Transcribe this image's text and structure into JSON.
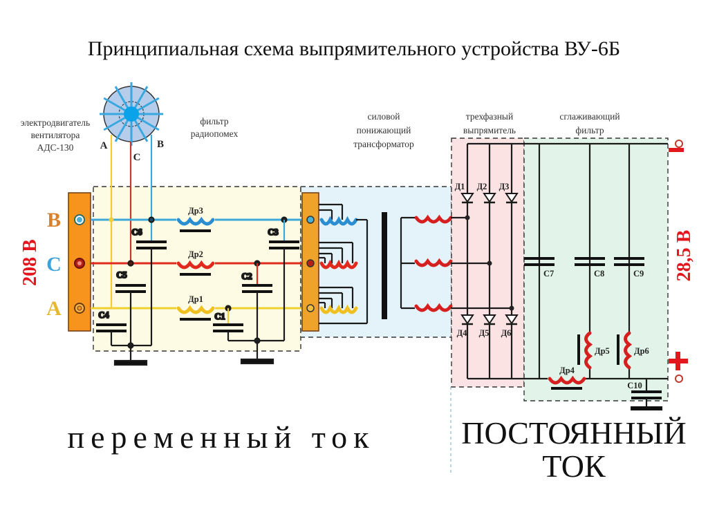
{
  "title": "Принципиальная схема выпрямительного устройства ВУ-6Б",
  "sections": {
    "motor": [
      "электродвигатель",
      "вентилятора",
      "АДС-130"
    ],
    "radio_filter": [
      "фильтр",
      "радиопомех"
    ],
    "transformer": [
      "силовой",
      "понижающий",
      "трансформатор"
    ],
    "rectifier": [
      "трехфазный",
      "выпрямитель"
    ],
    "smoothing_filter": [
      "сглаживающий",
      "фильтр"
    ]
  },
  "motor_wires": {
    "a": "А",
    "b": "В",
    "c": "С"
  },
  "input": {
    "voltage": "208 В",
    "phases": [
      {
        "label": "В",
        "color": "#d9822b"
      },
      {
        "label": "С",
        "color": "#3fa3d8"
      },
      {
        "label": "А",
        "color": "#e6b830"
      }
    ]
  },
  "output": {
    "voltage": "28,5 В",
    "minus": "−",
    "plus": "+"
  },
  "components": {
    "chokes": [
      "Др1",
      "Др2",
      "Др3",
      "Др4",
      "Др5",
      "Др6"
    ],
    "capacitors": [
      "С1",
      "С2",
      "С3",
      "С4",
      "С5",
      "С6",
      "С7",
      "С8",
      "С9",
      "С10"
    ],
    "diodes": [
      "Д1",
      "Д2",
      "Д3",
      "Д4",
      "Д5",
      "Д6"
    ]
  },
  "colors": {
    "phase_b_wire": "#3aa8d8",
    "phase_c_wire": "#e02a1e",
    "phase_a_wire": "#f0d030",
    "terminal_block": "#f7941d",
    "ac_filter_bg": "#fdfbe3",
    "transformer_bg": "#e3f2fa",
    "rectifier_bg": "#fbe2e2",
    "smoothing_bg": "#e1f4e8",
    "voltage_label": "#e3181e"
  },
  "footer": {
    "ac_label": "переменный ток",
    "dc_label_line1": "ПОСТОЯННЫЙ",
    "dc_label_line2": "ТОК"
  }
}
